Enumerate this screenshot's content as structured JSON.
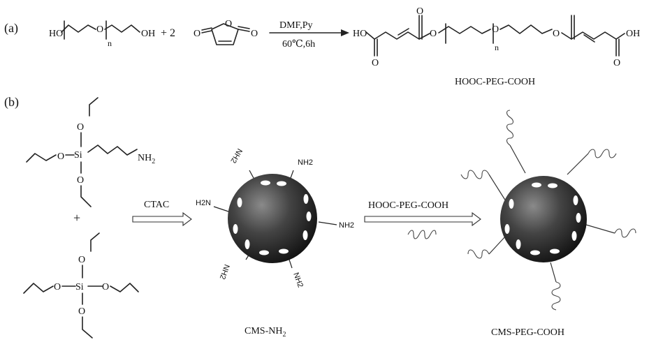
{
  "panel_a": {
    "label": "(a)",
    "peg": {
      "ho_left": "HO",
      "o": "O",
      "n": "n",
      "oh_right": "OH"
    },
    "plus": "+ 2",
    "anhydride": {
      "o_left": "O",
      "o_ring": "O",
      "o_right": "O"
    },
    "conditions_top": "DMF,Py",
    "conditions_bottom": "60℃,6h",
    "product": {
      "ho": "HO",
      "o1": "O",
      "o2": "O",
      "o3": "O",
      "n": "n",
      "o4": "O",
      "oh": "OH",
      "o5": "O"
    },
    "product_label": "HOOC-PEG-COOH"
  },
  "panel_b": {
    "label": "(b)",
    "aptes": {
      "o1": "O",
      "o2": "O",
      "o3": "O",
      "si": "Si",
      "nh2": "NH",
      "nh2_sub": "2"
    },
    "plus": "+",
    "teos": {
      "o1": "O",
      "o2": "O",
      "o3": "O",
      "o4": "O",
      "si": "Si"
    },
    "arrow1_label": "CTAC",
    "particle1_groups": {
      "nh2_top_left": "NH2",
      "nh2_top_right": "NH2",
      "nh2_left": "H2N",
      "nh2_right": "NH2",
      "nh2_bottom_left": "NH2",
      "nh2_bottom_right": "NH2"
    },
    "particle1_label": "CMS-NH",
    "particle1_label_sub": "2",
    "arrow2_label": "HOOC-PEG-COOH",
    "particle2_label": "CMS-PEG-COOH"
  }
}
